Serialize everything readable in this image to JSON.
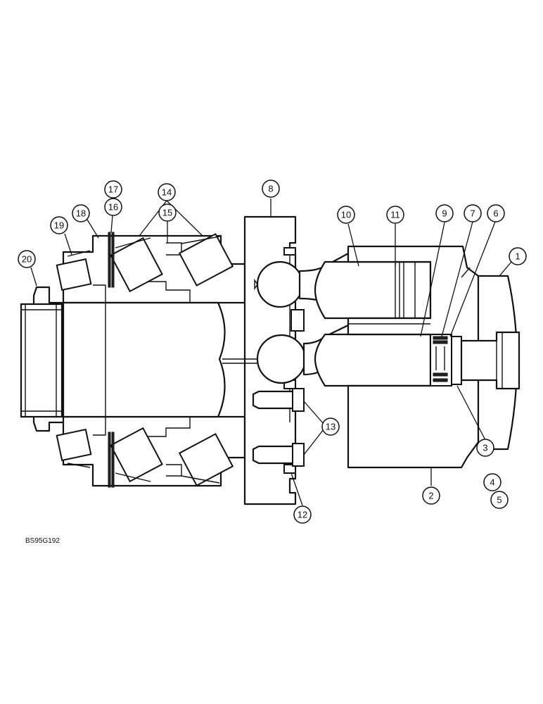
{
  "figure_code": "BS95G192",
  "callouts": [
    {
      "label": "1"
    },
    {
      "label": "2"
    },
    {
      "label": "3"
    },
    {
      "label": "4"
    },
    {
      "label": "5"
    },
    {
      "label": "6"
    },
    {
      "label": "7"
    },
    {
      "label": "8"
    },
    {
      "label": "9"
    },
    {
      "label": "10"
    },
    {
      "label": "11"
    },
    {
      "label": "12"
    },
    {
      "label": "13"
    },
    {
      "label": "14"
    },
    {
      "label": "15"
    },
    {
      "label": "16"
    },
    {
      "label": "17"
    },
    {
      "label": "18"
    },
    {
      "label": "19"
    },
    {
      "label": "20"
    }
  ]
}
